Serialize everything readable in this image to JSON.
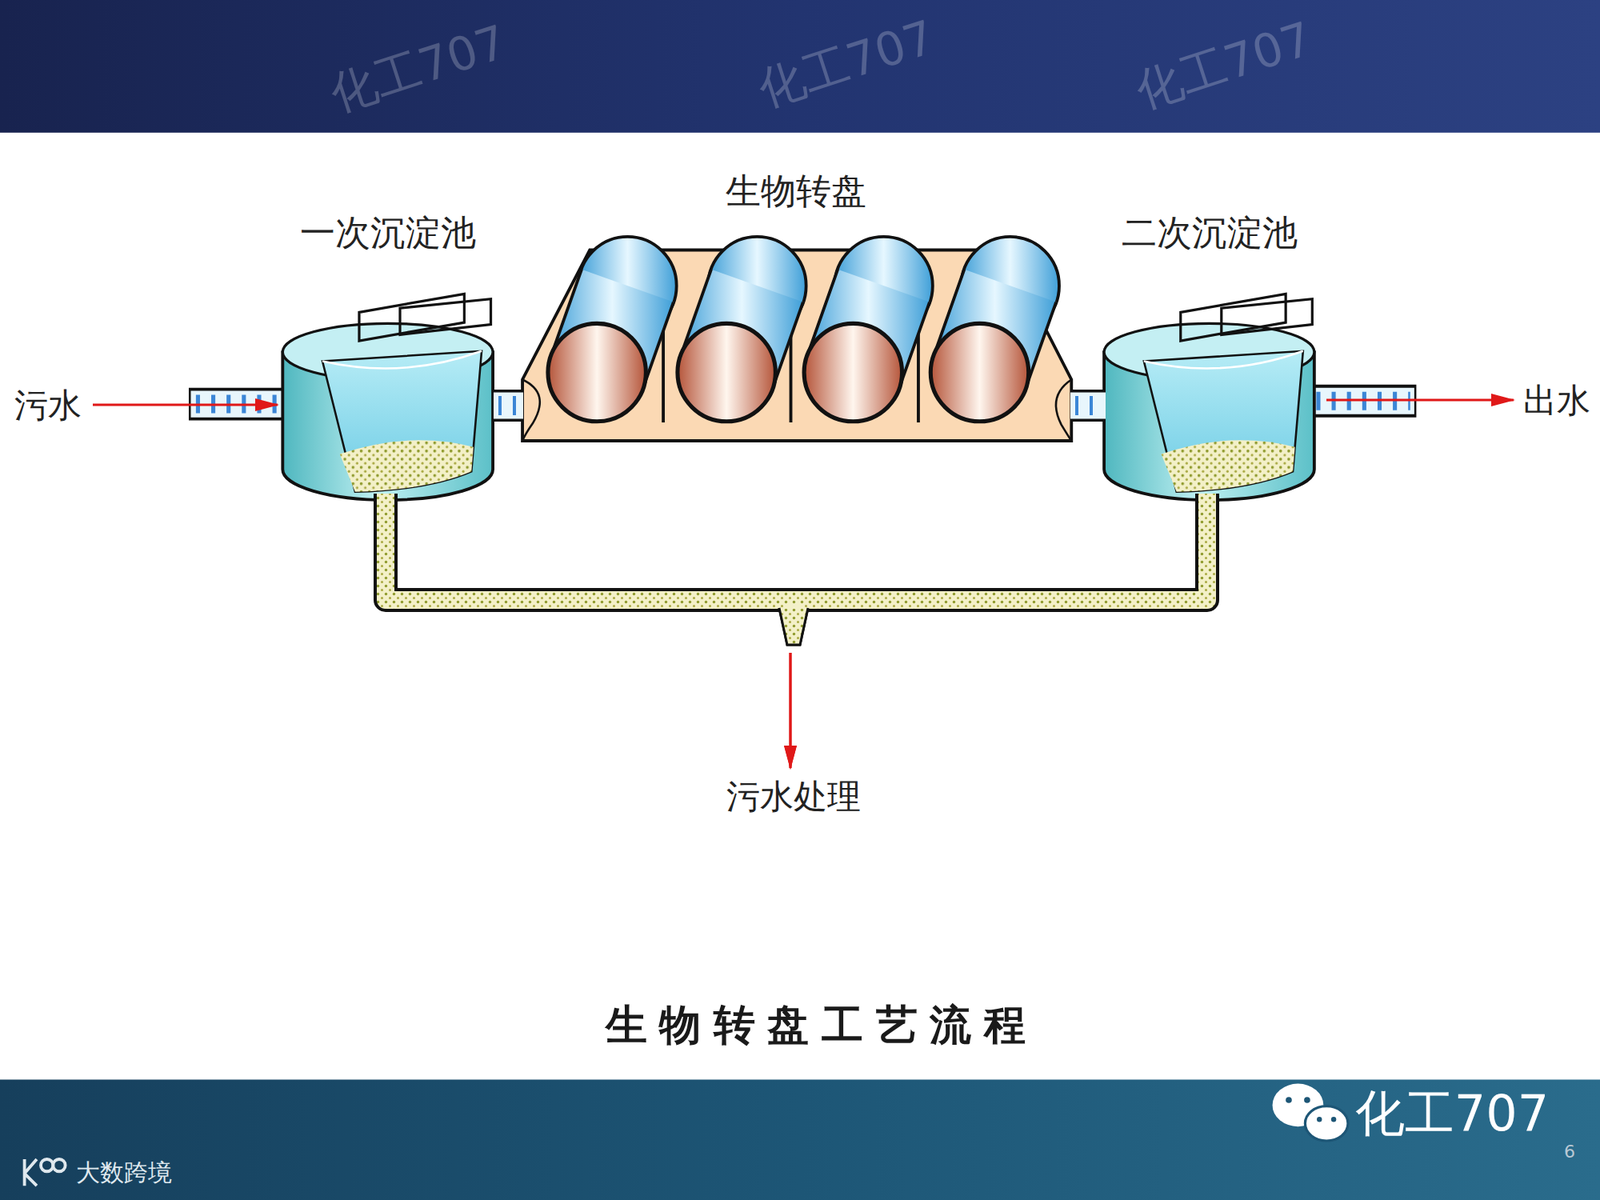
{
  "diagram": {
    "caption": "生物转盘工艺流程",
    "nodes": [
      {
        "text": [
          "污水"
        ]
      },
      {
        "text": [
          "一次沉淀池"
        ]
      },
      {
        "text": [
          "生物转盘"
        ]
      },
      {
        "text": [
          "二次沉淀池"
        ]
      },
      {
        "text": [
          "出水"
        ]
      },
      {
        "text": [
          "污水处理"
        ]
      }
    ],
    "edges": [
      {
        "from": 0,
        "to": 1,
        "arrow": "to"
      },
      {
        "from": 1,
        "to": 2,
        "arrow": "none"
      },
      {
        "from": 2,
        "to": 3,
        "arrow": "none"
      },
      {
        "from": 3,
        "to": 4,
        "arrow": "to"
      },
      {
        "from": 1,
        "to": 5,
        "arrow": "to"
      },
      {
        "from": 3,
        "to": 5,
        "arrow": "to"
      }
    ],
    "labels": [
      "化工707",
      "化工707",
      "化工707",
      "化工707",
      "大数跨境",
      "6"
    ]
  }
}
